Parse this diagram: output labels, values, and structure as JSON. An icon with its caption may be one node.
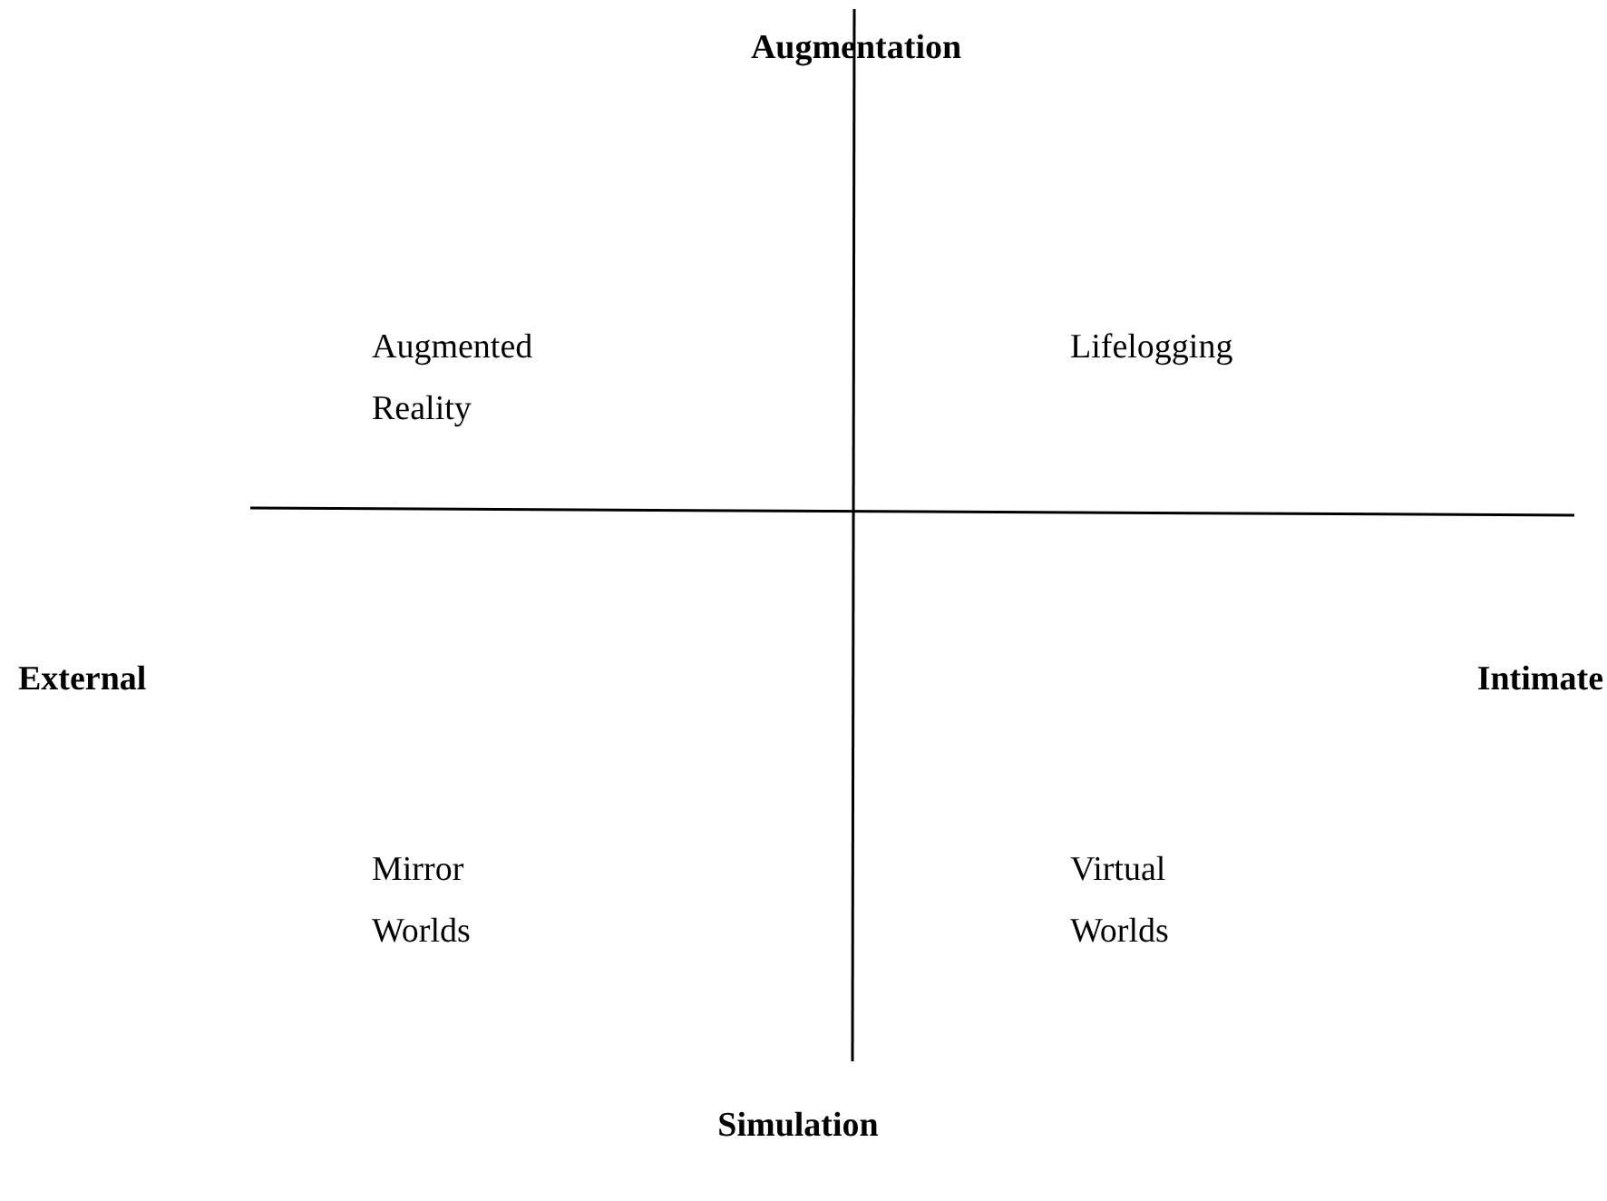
{
  "diagram": {
    "labels": [
      "Augmentation",
      "Augmented Reality",
      "Lifelogging",
      "External",
      "Intimate",
      "Mirror Worlds",
      "Virtual Worlds",
      "Simulation"
    ]
  }
}
